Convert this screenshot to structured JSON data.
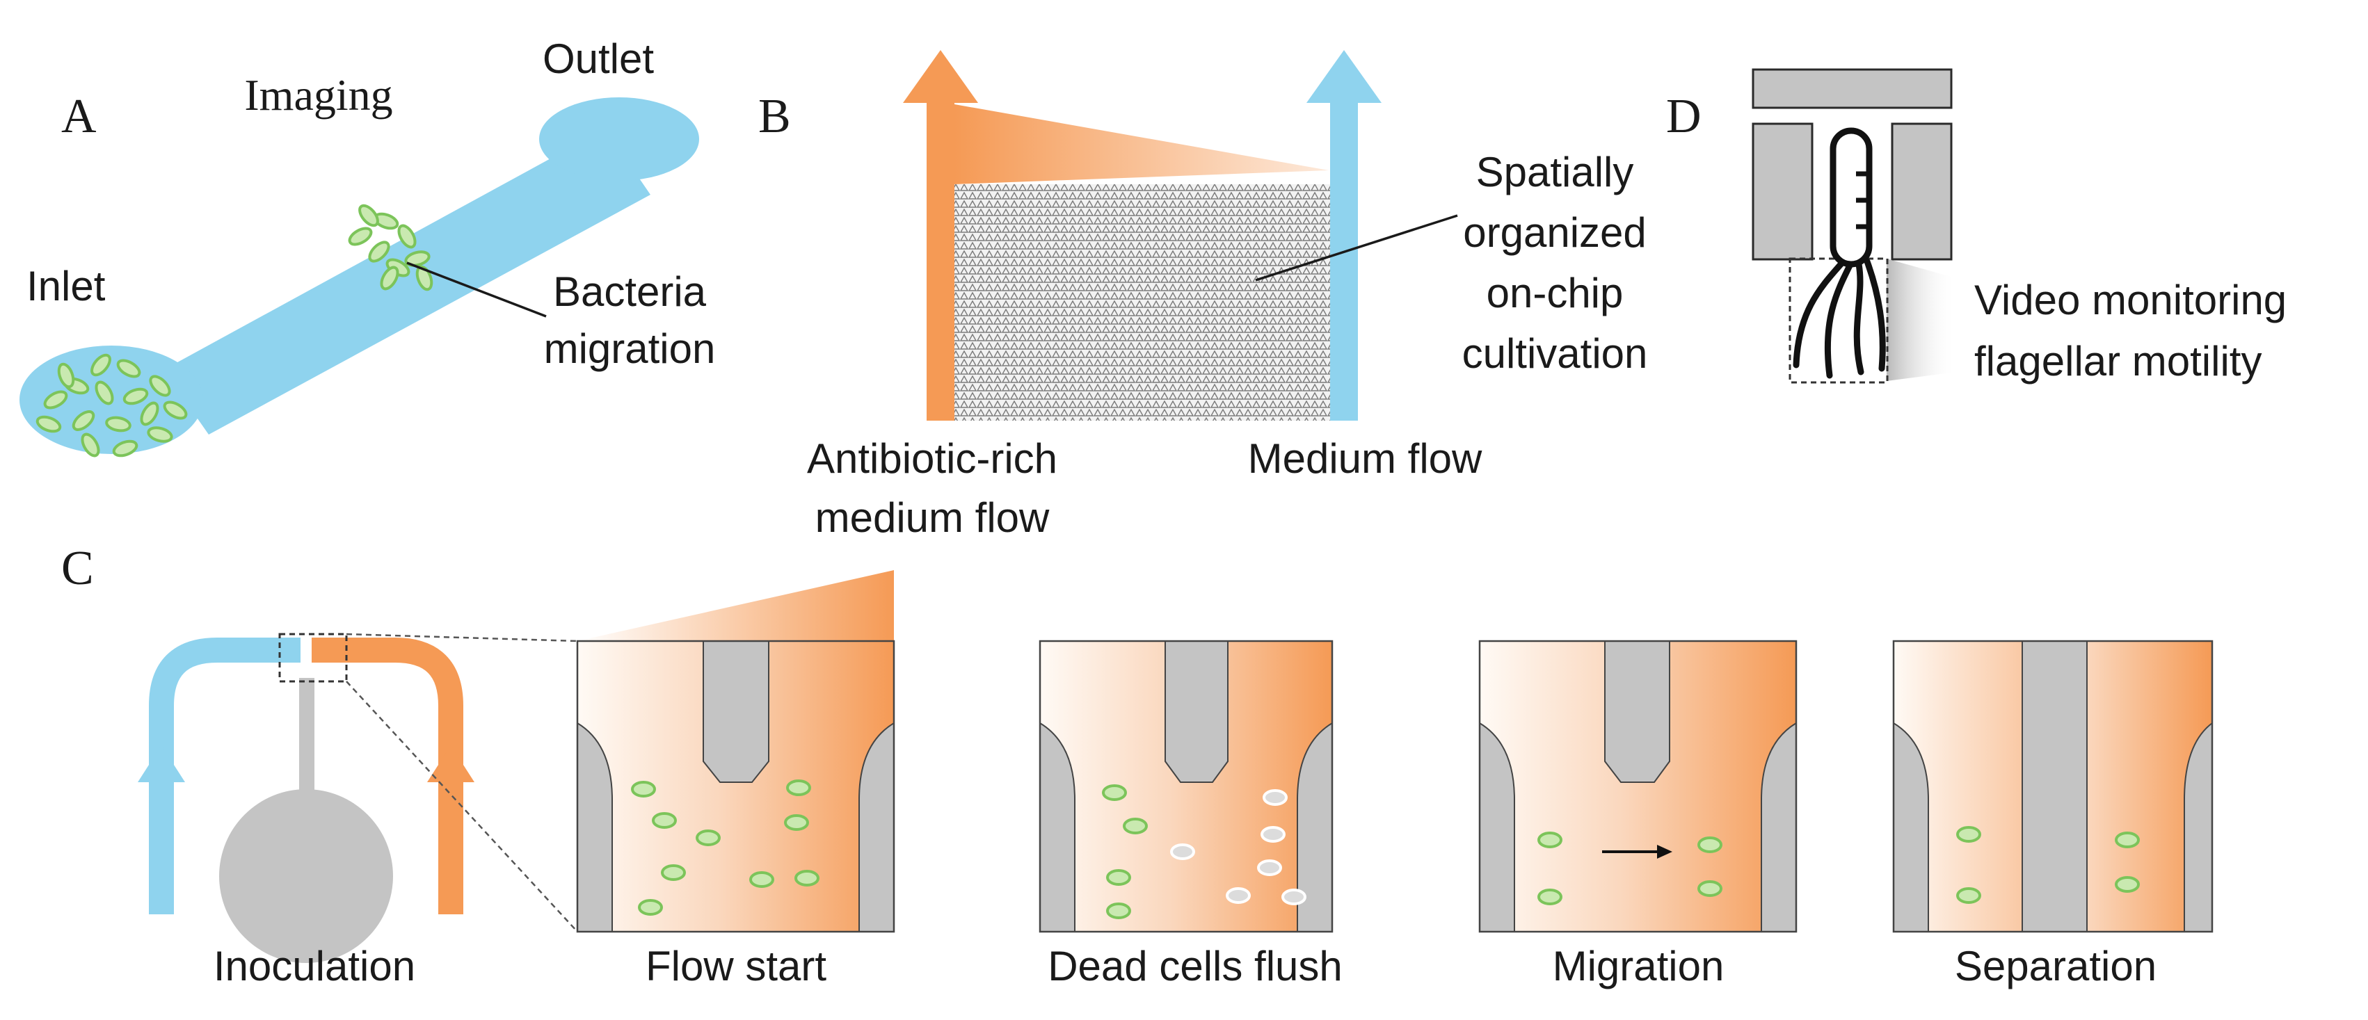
{
  "panel_a": {
    "letter": "A",
    "imaging_label": "Imaging",
    "outlet_label": "Outlet",
    "inlet_label": "Inlet",
    "callout_line1": "Bacteria",
    "callout_line2": "migration"
  },
  "panel_b": {
    "letter": "B",
    "callout_line1": "Spatially",
    "callout_line2": "organized",
    "callout_line3": "on-chip",
    "callout_line4": "cultivation",
    "left_flow_line1": "Antibiotic-rich",
    "left_flow_line2": "medium flow",
    "right_flow_label": "Medium flow"
  },
  "panel_c": {
    "letter": "C",
    "stages": [
      "Inoculation",
      "Flow start",
      "Dead cells flush",
      "Migration",
      "Separation"
    ]
  },
  "panel_d": {
    "letter": "D",
    "callout_line1": "Video monitoring",
    "callout_line2": "flagellar motility"
  },
  "colors": {
    "medium": "#8fd3ee",
    "antibiotic": "#f59a55",
    "chip_wall": "#c4c4c4",
    "bacteria_fill": "#c9e9b0",
    "bacteria_edge": "#7cc45a",
    "dead_cell": "#dcdcdc"
  }
}
